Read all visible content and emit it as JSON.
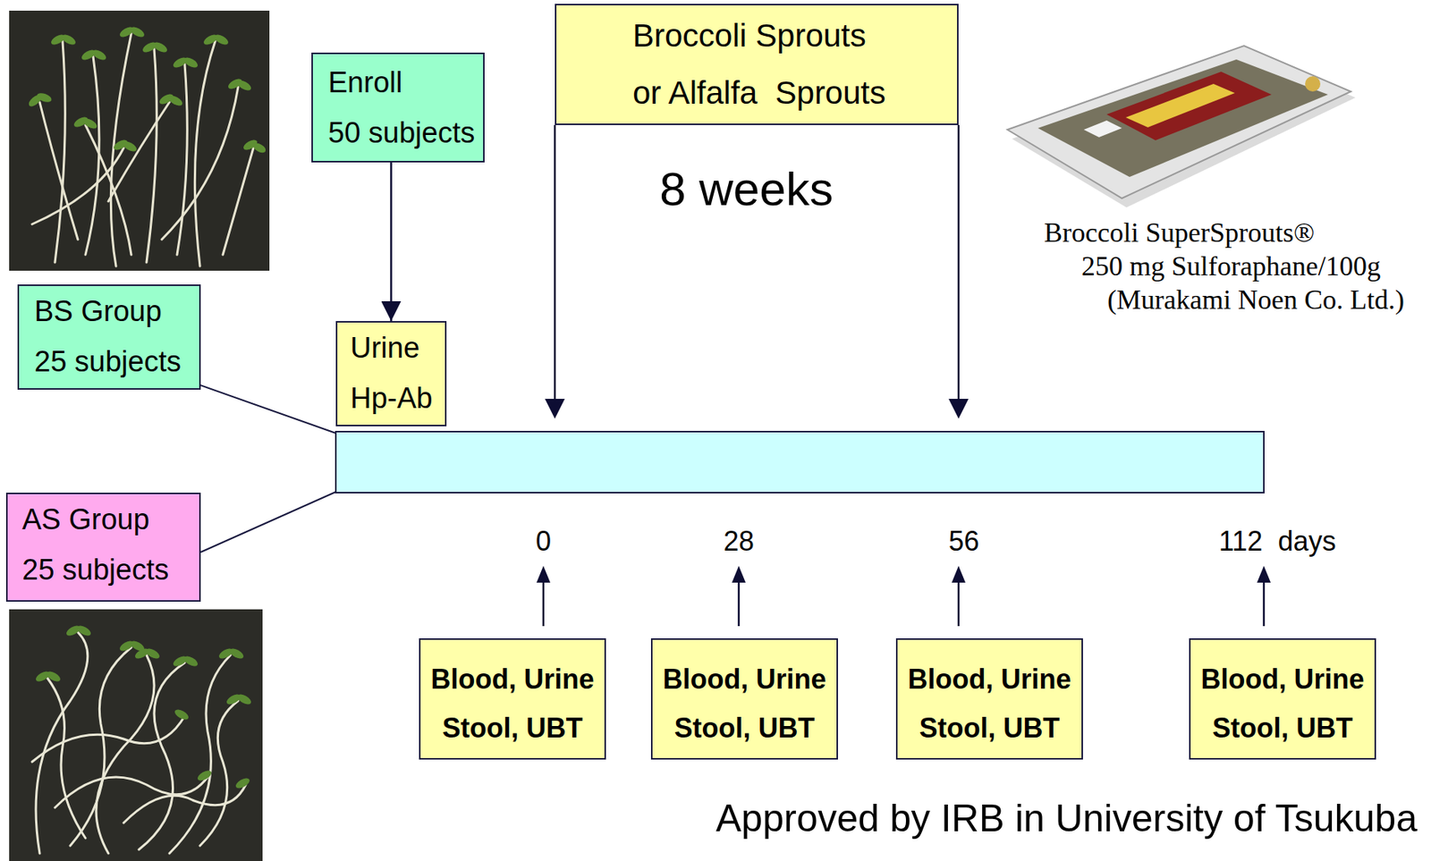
{
  "diagram": {
    "nodes": [
      {
        "text": [
          "Enroll",
          "50 subjects"
        ]
      },
      {
        "text": [
          "Broccoli Sprouts or Alfalfa  Sprouts"
        ]
      },
      {
        "text": [
          "BS Group",
          "25 subjects"
        ]
      },
      {
        "text": [
          "Urine",
          "Hp-Ab"
        ]
      },
      {
        "text": [
          "AS Group",
          "25 subjects"
        ]
      },
      {
        "text": [
          "Blood, Urine Stool, UBT"
        ]
      },
      {
        "text": [
          "Blood, Urine Stool, UBT"
        ]
      },
      {
        "text": [
          "Blood, Urine Stool, UBT"
        ]
      },
      {
        "text": [
          "Blood, Urine Stool, UBT"
        ]
      }
    ],
    "edges": [
      {
        "from": 0,
        "to": 3,
        "arrow": "to"
      }
    ],
    "labels": [
      "8 weeks",
      "Broccoli SuperSprouts®",
      "250 mg Sulforaphane/100g",
      "(Murakami Noen Co. Ltd.)",
      "0",
      "28",
      "56",
      "112  days",
      "Approved by IRB in University of Tsukuba"
    ]
  }
}
